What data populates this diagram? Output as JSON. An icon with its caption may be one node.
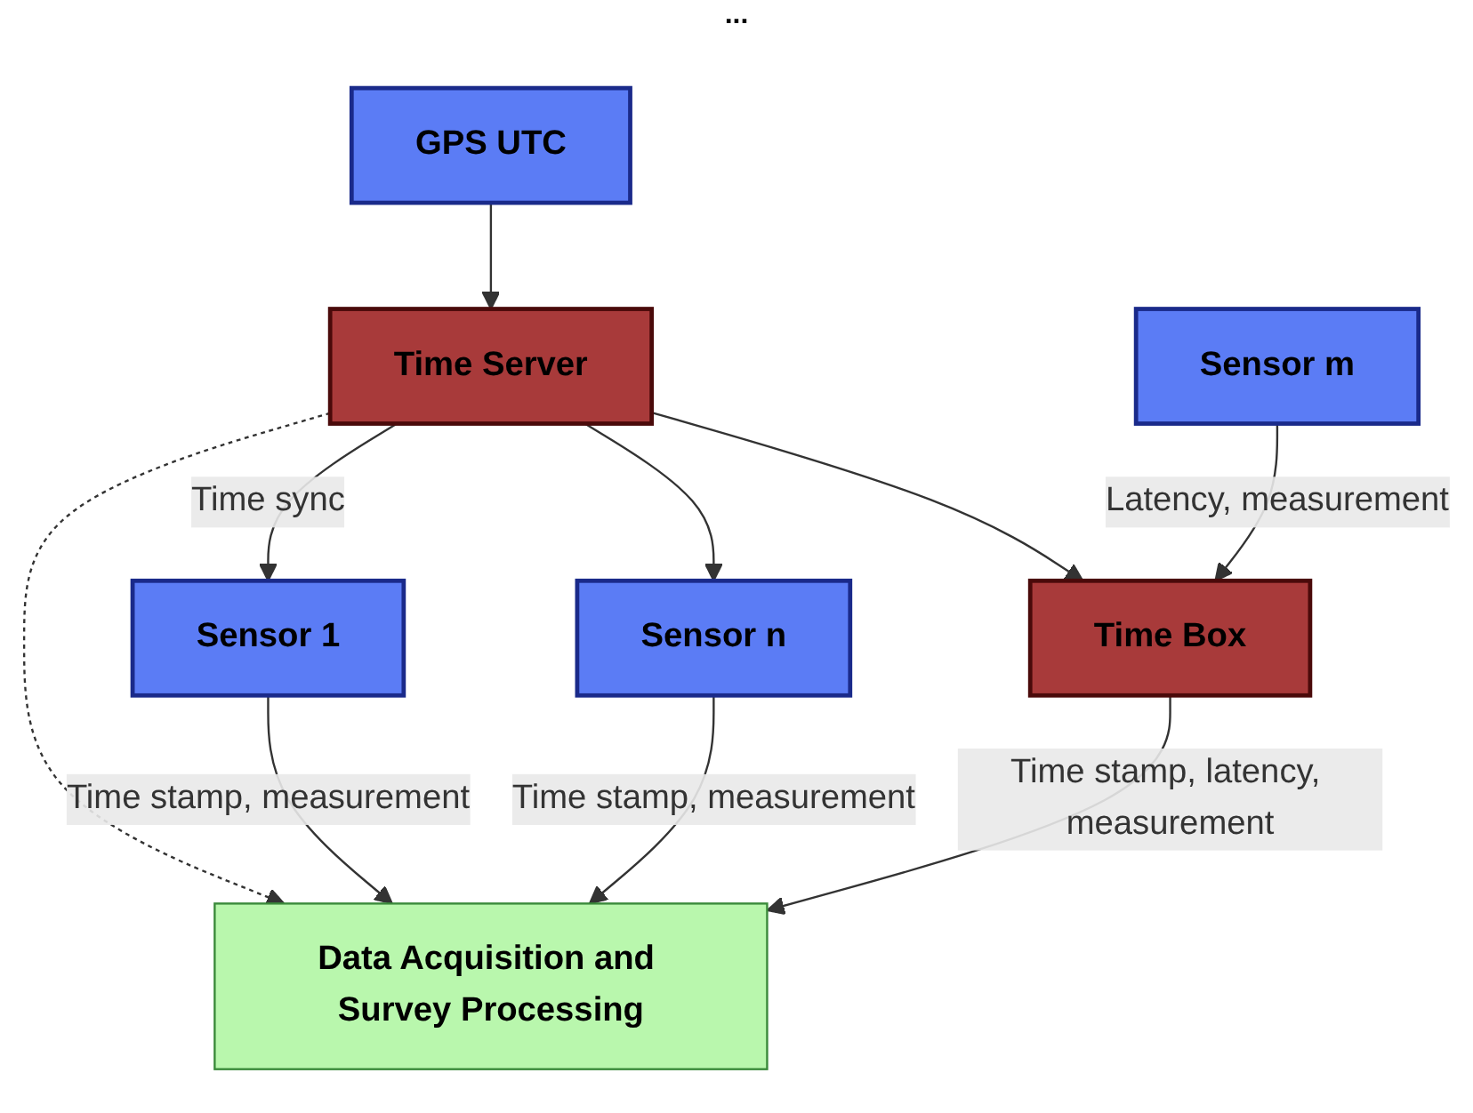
{
  "diagram": {
    "nodes": [
      {
        "text": [
          "GPS UTC"
        ]
      },
      {
        "text": [
          "Time Server"
        ]
      },
      {
        "text": [
          "Data Acquisition and Survey Processing"
        ]
      },
      {
        "text": [
          "Sensor 1"
        ]
      },
      {
        "text": [
          "Sensor n"
        ]
      },
      {
        "text": [
          "Time Box"
        ]
      },
      {
        "text": [
          "Sensor m"
        ]
      }
    ],
    "edges": [
      {
        "from": 0,
        "to": 1,
        "arrow": "to"
      },
      {
        "from": 1,
        "to": 2,
        "arrow": "to",
        "style": "dashed"
      },
      {
        "from": 1,
        "to": 3,
        "arrow": "to",
        "label": "Time sync"
      },
      {
        "from": 1,
        "to": 4,
        "arrow": "to"
      },
      {
        "from": 1,
        "to": 5,
        "arrow": "to"
      },
      {
        "from": 3,
        "to": 2,
        "arrow": "to",
        "label": "Time stamp, measurement"
      },
      {
        "from": 4,
        "to": 2,
        "arrow": "to",
        "label": "Time stamp, measurement"
      },
      {
        "from": 5,
        "to": 2,
        "arrow": "to",
        "label": "Time stamp, latency, measurement"
      },
      {
        "from": 6,
        "to": 5,
        "arrow": "to",
        "label": "Latency, measurement"
      }
    ],
    "labels": [
      "..."
    ]
  }
}
